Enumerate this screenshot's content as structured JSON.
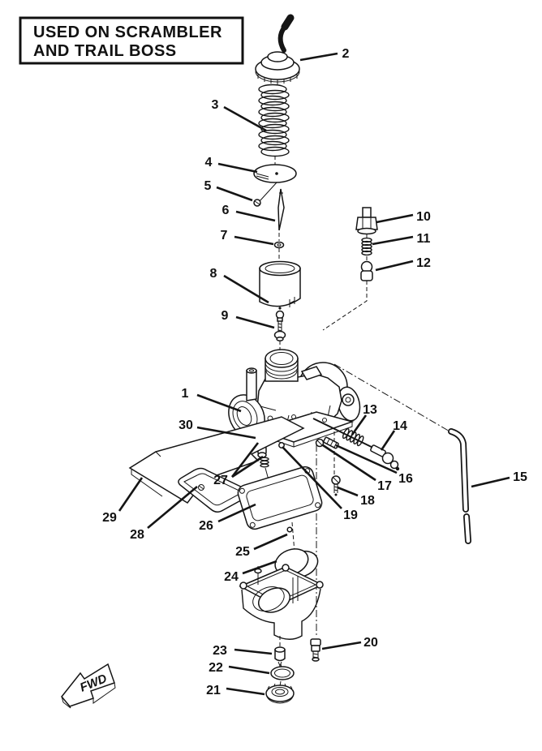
{
  "title_box": {
    "line1": "USED ON SCRAMBLER",
    "line2": "AND TRAIL BOSS"
  },
  "direction_arrow": {
    "label": "FWD"
  },
  "ink_color": "#151515",
  "background_color": "#ffffff",
  "callouts": [
    {
      "n": "1"
    },
    {
      "n": "2"
    },
    {
      "n": "3"
    },
    {
      "n": "4"
    },
    {
      "n": "5"
    },
    {
      "n": "6"
    },
    {
      "n": "7"
    },
    {
      "n": "8"
    },
    {
      "n": "9"
    },
    {
      "n": "10"
    },
    {
      "n": "11"
    },
    {
      "n": "12"
    },
    {
      "n": "13"
    },
    {
      "n": "14"
    },
    {
      "n": "15"
    },
    {
      "n": "16"
    },
    {
      "n": "17"
    },
    {
      "n": "18"
    },
    {
      "n": "19"
    },
    {
      "n": "20"
    },
    {
      "n": "21"
    },
    {
      "n": "22"
    },
    {
      "n": "23"
    },
    {
      "n": "24"
    },
    {
      "n": "25"
    },
    {
      "n": "26"
    },
    {
      "n": "27"
    },
    {
      "n": "28"
    },
    {
      "n": "29"
    },
    {
      "n": "30"
    }
  ]
}
